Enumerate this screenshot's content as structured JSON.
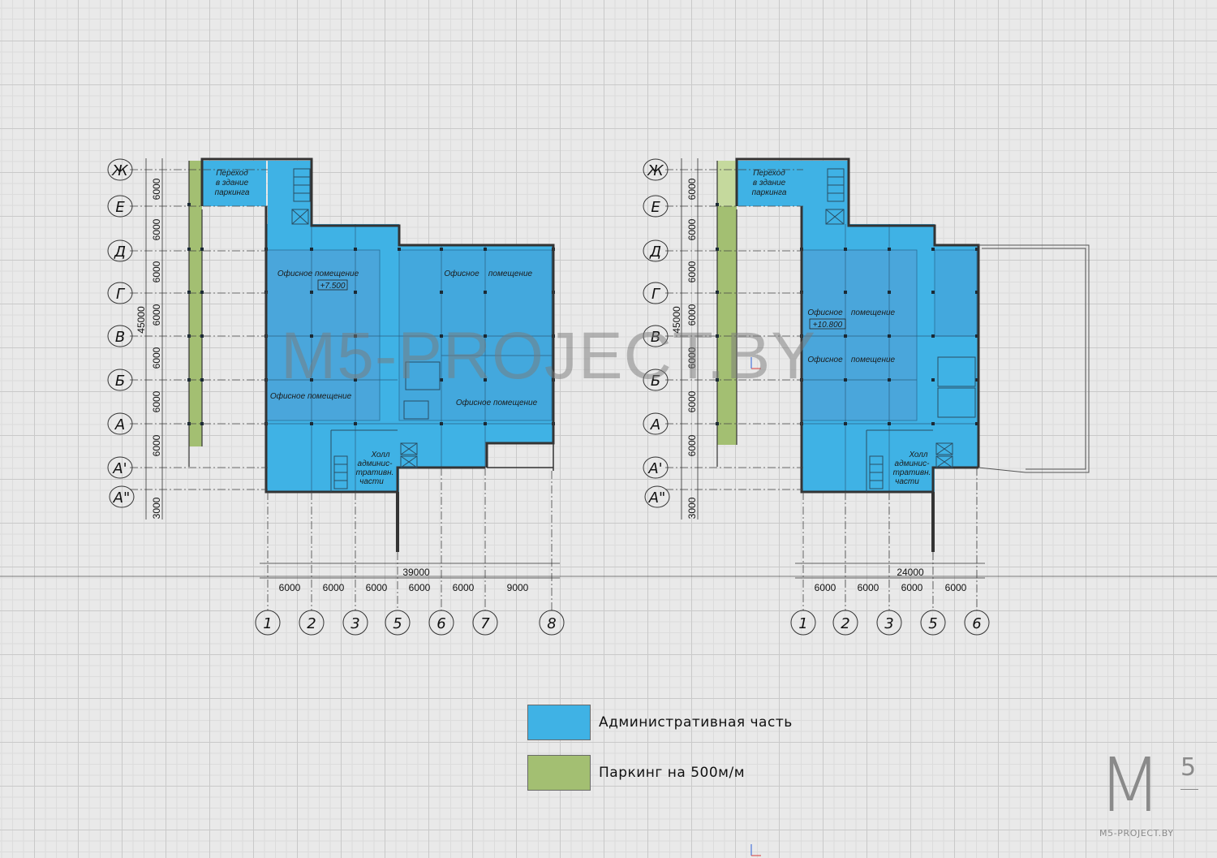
{
  "watermark": "M5-PROJECT.BY",
  "colors": {
    "admin": "#3fb2e5",
    "parking": "#a3bf72"
  },
  "plan_left": {
    "row_axes": [
      "Ж",
      "Е",
      "Д",
      "Г",
      "В",
      "Б",
      "А",
      "А'",
      "А\""
    ],
    "col_axes": [
      "1",
      "2",
      "3",
      "5",
      "6",
      "7",
      "8"
    ],
    "row_spans": [
      "6000",
      "6000",
      "6000",
      "6000",
      "6000",
      "6000",
      "6000",
      "3000"
    ],
    "total_vertical": "45000",
    "col_spans": [
      "6000",
      "6000",
      "6000",
      "6000",
      "6000",
      "9000"
    ],
    "total_horizontal": "39000",
    "rooms": {
      "transfer": [
        "Переход",
        "в здание",
        "паркинга"
      ],
      "office_a": "Офисное помещение",
      "office_a_level": "+7.500",
      "office_b1": "Офисное",
      "office_b2": "помещение",
      "office_c": "Офисное помещение",
      "office_d": "Офисное помещение",
      "hall": [
        "Холл",
        "админис-",
        "тративн.",
        "части"
      ]
    }
  },
  "plan_right": {
    "row_axes": [
      "Ж",
      "Е",
      "Д",
      "Г",
      "В",
      "Б",
      "А",
      "А'",
      "А\""
    ],
    "col_axes": [
      "1",
      "2",
      "3",
      "5",
      "6"
    ],
    "row_spans": [
      "6000",
      "6000",
      "6000",
      "6000",
      "6000",
      "6000",
      "6000",
      "3000"
    ],
    "total_vertical": "45000",
    "col_spans": [
      "6000",
      "6000",
      "6000",
      "6000"
    ],
    "total_horizontal": "24000",
    "rooms": {
      "transfer": [
        "Переход",
        "в здание",
        "паркинга"
      ],
      "office_a1": "Офисное",
      "office_a2": "помещение",
      "office_level": "+10.800",
      "office_b1": "Офисное",
      "office_b2": "помещение",
      "hall": [
        "Холл",
        "админис-",
        "тративн.",
        "части"
      ]
    }
  },
  "legend": [
    {
      "label": "Административная часть",
      "color": "#3fb2e5"
    },
    {
      "label": "Паркинг на 500м/м",
      "color": "#a3bf72"
    }
  ],
  "logo": {
    "mark": "M",
    "superscript": "5",
    "url": "M5-PROJECT.BY"
  }
}
